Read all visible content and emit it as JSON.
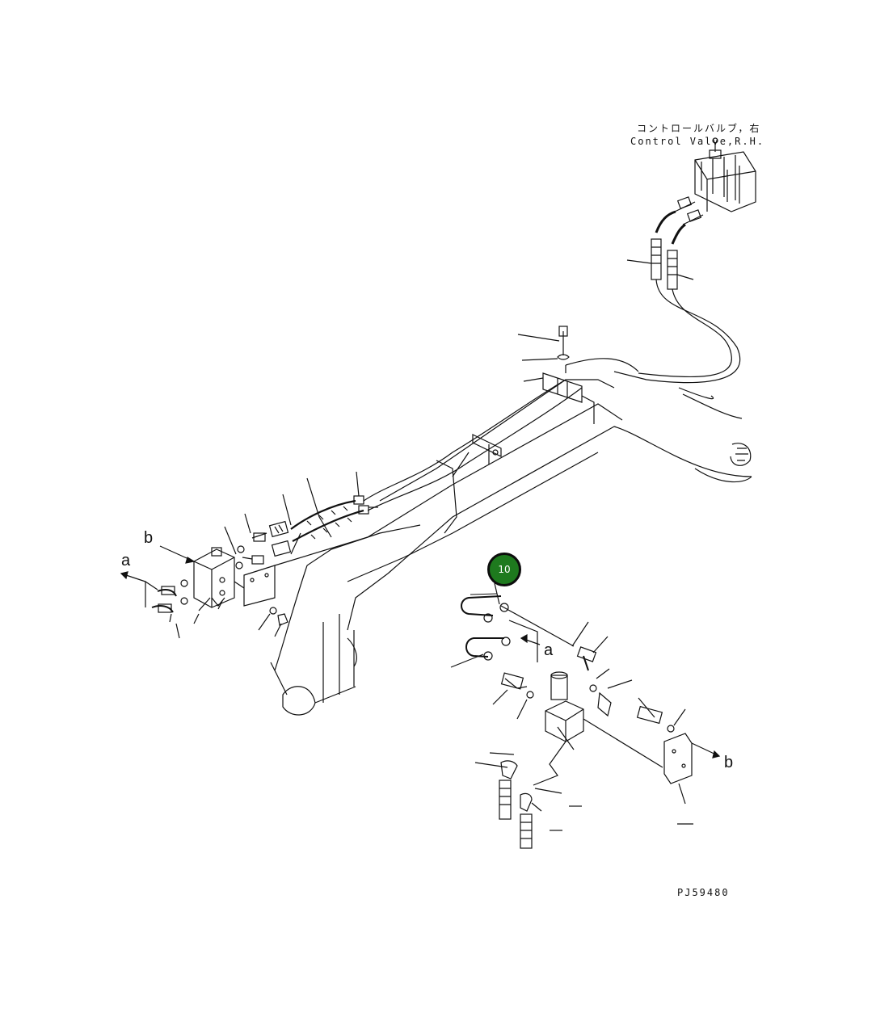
{
  "title": {
    "jp": "コントロールバルブ，右",
    "en": "Control Valve,R.H."
  },
  "callout": {
    "number": "10",
    "color": "#1e7a1e"
  },
  "markers": {
    "a_left": "a",
    "b_left": "b",
    "a_right": "a",
    "b_right": "b"
  },
  "drawing_code": "PJ59480"
}
